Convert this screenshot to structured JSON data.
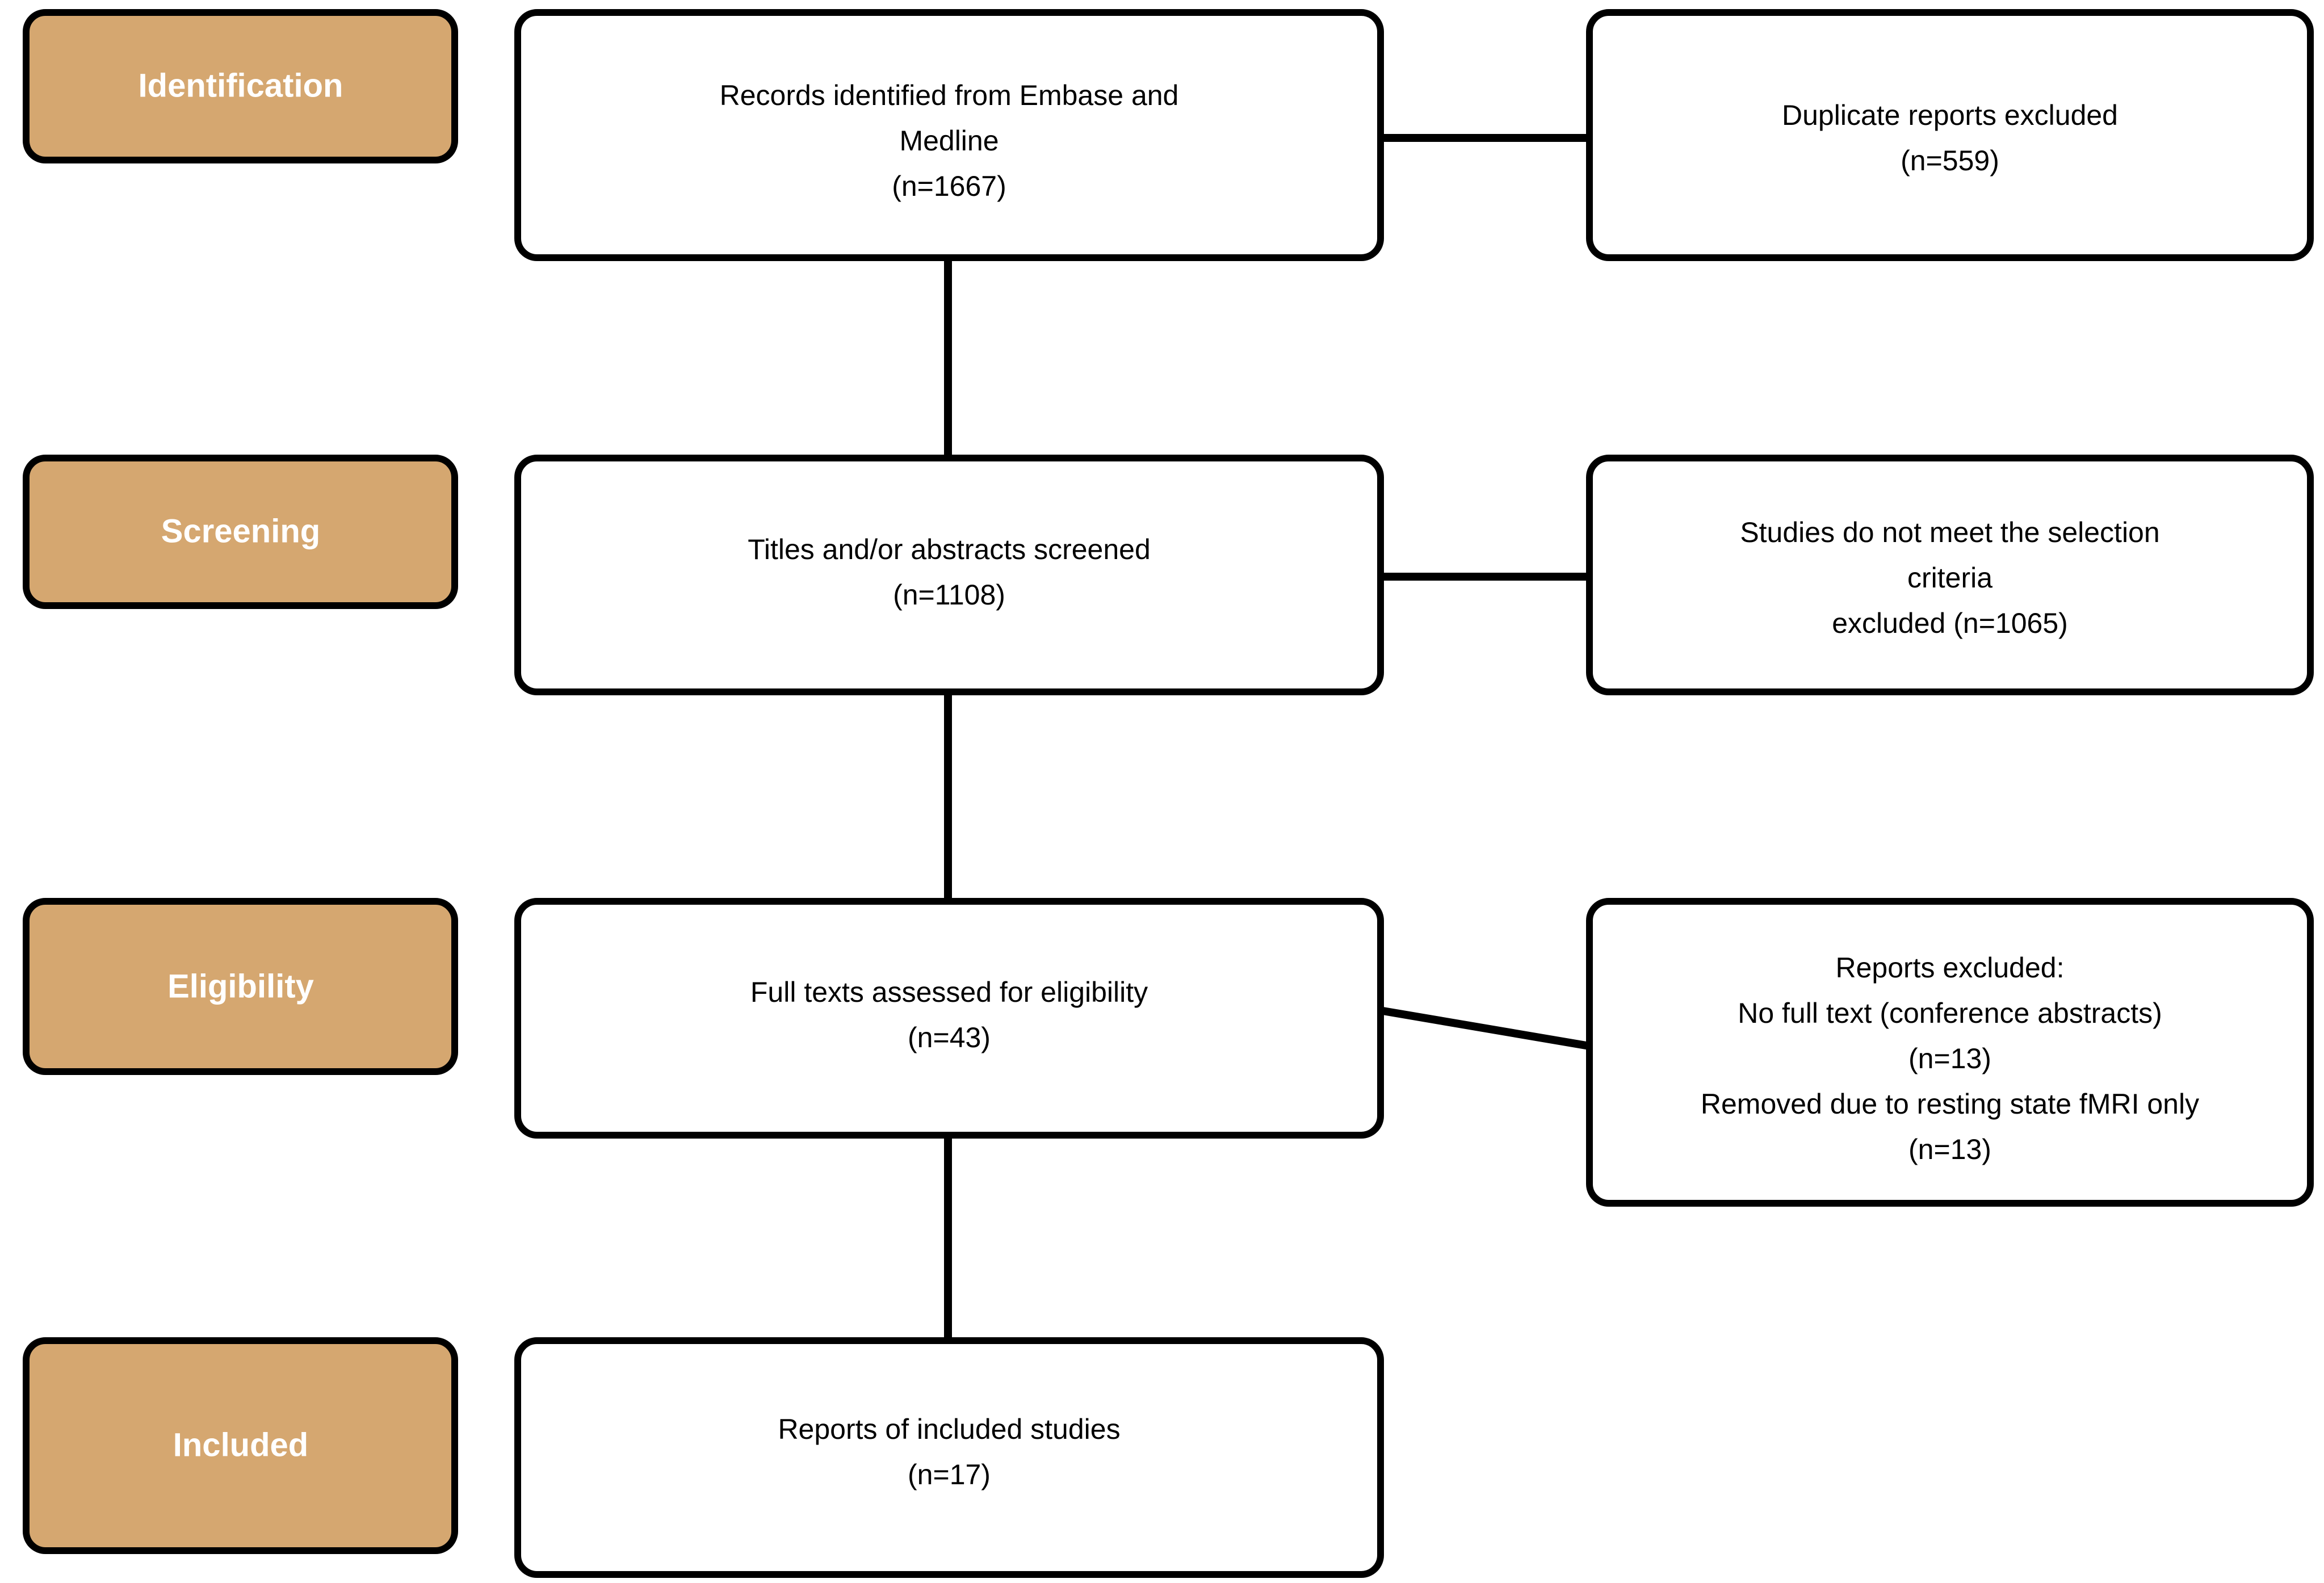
{
  "colors": {
    "stage_fill": "#d5a770",
    "stage_text": "#ffffff",
    "box_fill": "#ffffff",
    "box_stroke": "#000000",
    "body_text": "#000000",
    "background": "#ffffff"
  },
  "stages": [
    {
      "label": "Identification"
    },
    {
      "label": "Screening"
    },
    {
      "label": "Eligibility"
    },
    {
      "label": "Included"
    }
  ],
  "main_boxes": [
    {
      "id": "records-identified",
      "lines": [
        "Records identified from Embase and",
        "Medline",
        "(n=1667)"
      ],
      "count": 1667
    },
    {
      "id": "titles-abstracts-screened",
      "lines": [
        "Titles and/or abstracts screened",
        "(n=1108)"
      ],
      "count": 1108
    },
    {
      "id": "full-texts-assessed",
      "lines": [
        "Full texts assessed for eligibility",
        "(n=43)"
      ],
      "count": 43
    },
    {
      "id": "reports-included",
      "lines": [
        "Reports of included studies",
        "(n=17)"
      ],
      "count": 17
    }
  ],
  "exclusion_boxes": [
    {
      "id": "duplicates-excluded",
      "lines": [
        "Duplicate reports excluded",
        "(n=559)"
      ],
      "count": 559
    },
    {
      "id": "selection-criteria-excluded",
      "lines": [
        "Studies do not meet the selection",
        "criteria",
        "excluded (n=1065)"
      ],
      "count": 1065
    },
    {
      "id": "reports-excluded",
      "lines": [
        "Reports excluded:",
        "No full text (conference abstracts)",
        "(n=13)",
        "Removed due to resting state fMRI only",
        "(n=13)"
      ],
      "counts": [
        13,
        13
      ]
    }
  ]
}
